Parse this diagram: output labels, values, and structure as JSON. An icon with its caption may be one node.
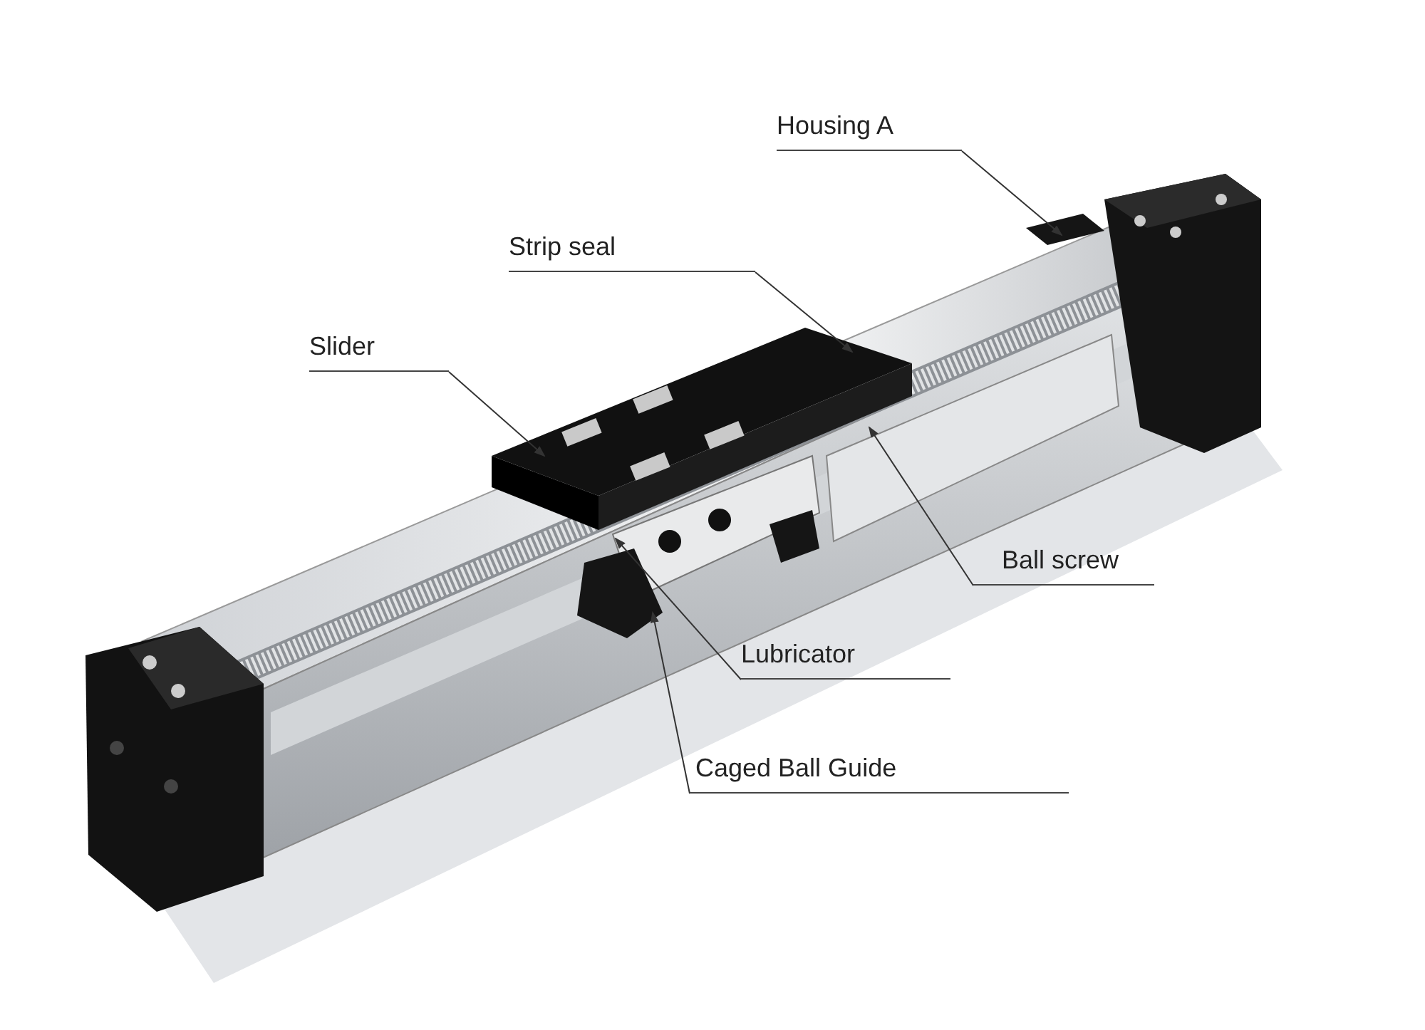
{
  "diagram": {
    "nodes": [
      {
        "text": [
          "Housing A"
        ]
      },
      {
        "text": [
          "Strip seal"
        ]
      },
      {
        "text": [
          "Slider"
        ]
      },
      {
        "text": [
          "Ball screw"
        ]
      },
      {
        "text": [
          "Lubricator"
        ]
      },
      {
        "text": [
          "Caged Ball Guide"
        ]
      }
    ],
    "edges": [
      {
        "from": 0,
        "to": null,
        "arrow": "to"
      },
      {
        "from": 1,
        "to": null,
        "arrow": "to"
      },
      {
        "from": 2,
        "to": null,
        "arrow": "to"
      },
      {
        "from": 3,
        "to": null,
        "arrow": "to"
      },
      {
        "from": 4,
        "to": null,
        "arrow": "to"
      },
      {
        "from": 5,
        "to": null,
        "arrow": "to"
      }
    ]
  }
}
